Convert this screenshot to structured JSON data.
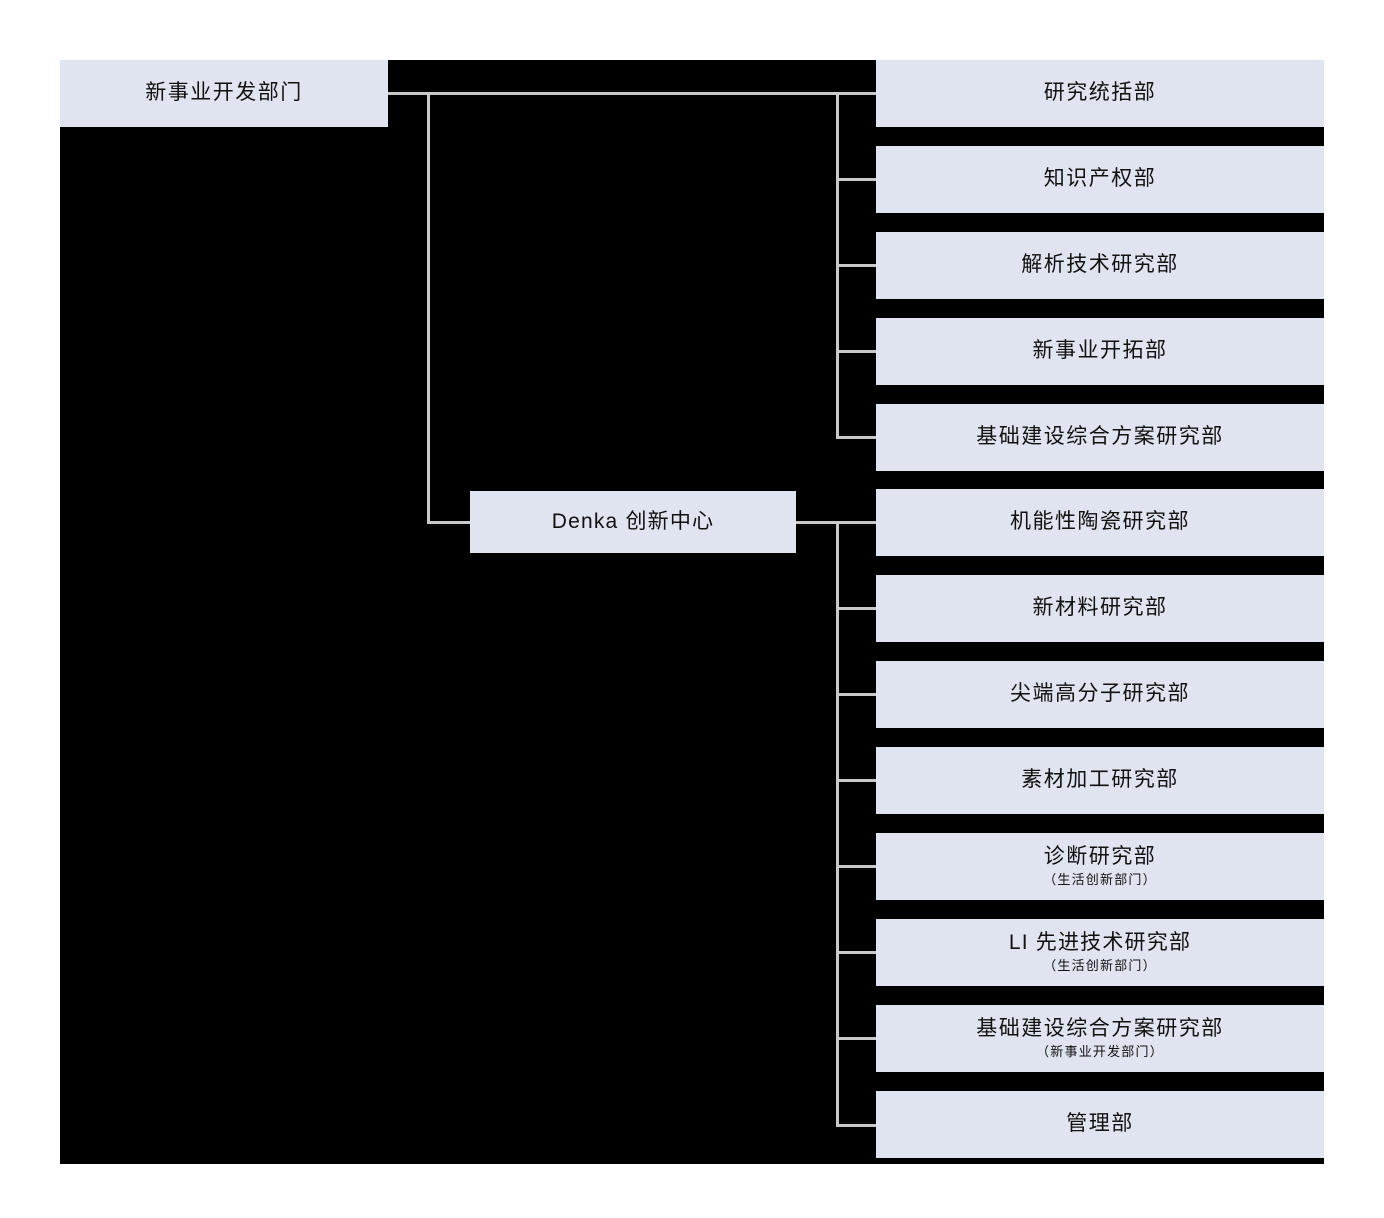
{
  "chart": {
    "title_hidden": "",
    "colors": {
      "node_fill": "#e0e4f0",
      "backdrop": "#000000",
      "connector": "#c9c9c9",
      "text": "#111111"
    },
    "root": {
      "label": "新事业开发部门"
    },
    "center": {
      "label": "Denka 创新中心"
    },
    "group_upper": [
      {
        "label": "研究统括部",
        "sublabel": ""
      },
      {
        "label": "知识产权部",
        "sublabel": ""
      },
      {
        "label": "解析技术研究部",
        "sublabel": ""
      },
      {
        "label": "新事业开拓部",
        "sublabel": ""
      },
      {
        "label": "基础建设综合方案研究部",
        "sublabel": ""
      }
    ],
    "group_lower": [
      {
        "label": "机能性陶瓷研究部",
        "sublabel": ""
      },
      {
        "label": "新材料研究部",
        "sublabel": ""
      },
      {
        "label": "尖端高分子研究部",
        "sublabel": ""
      },
      {
        "label": "素材加工研究部",
        "sublabel": ""
      },
      {
        "label": "诊断研究部",
        "sublabel": "（生活创新部门）"
      },
      {
        "label": "LI 先进技术研究部",
        "sublabel": "（生活创新部门）"
      },
      {
        "label": "基础建设综合方案研究部",
        "sublabel": "（新事业开发部门）"
      },
      {
        "label": "管理部",
        "sublabel": ""
      }
    ]
  }
}
